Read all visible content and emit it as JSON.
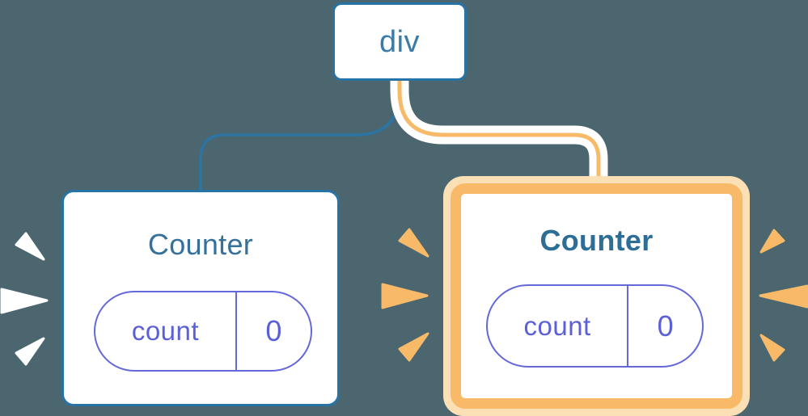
{
  "colors": {
    "background": "#4B666F",
    "edge_blue": "#2B74A4",
    "node_border_blue": "#2873A6",
    "node_text_blue": "#3A7CA8",
    "counter_title_blue": "#35719B",
    "counter_title_blue_bold": "#2C6E96",
    "state_text_purple": "#5C60D6",
    "state_border_purple": "#6468D8",
    "highlight_orange": "#F8BA68",
    "highlight_cream": "#FBE0B5",
    "casing_white": "#FFFFFF",
    "node_bg": "#FFFFFF"
  },
  "tree": {
    "root": {
      "label": "div"
    },
    "children": [
      {
        "title": "Counter",
        "state_key": "count",
        "state_value": "0",
        "highlighted": false
      },
      {
        "title": "Counter",
        "state_key": "count",
        "state_value": "0",
        "highlighted": true
      }
    ]
  }
}
